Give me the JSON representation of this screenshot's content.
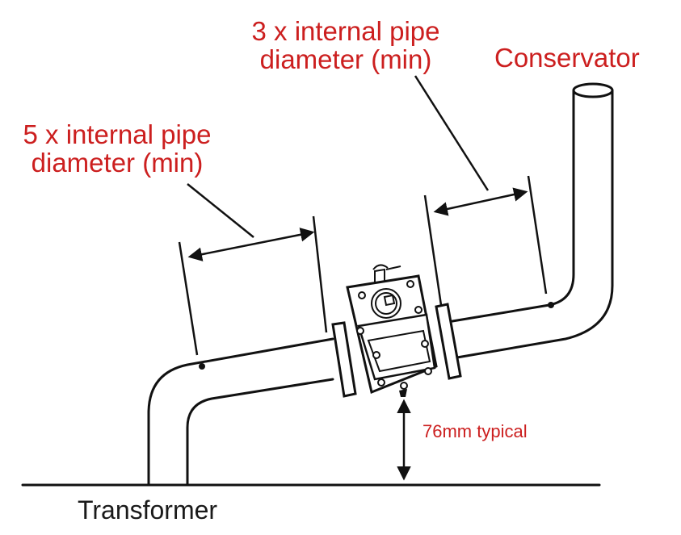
{
  "labels": {
    "three_x_line1": "3 x internal pipe",
    "three_x_line2": "diameter (min)",
    "five_x_line1": "5 x internal pipe",
    "five_x_line2": "diameter (min)",
    "conservator": "Conservator",
    "gap": "76mm typical",
    "transformer": "Transformer"
  },
  "colors": {
    "annotation": "#cc1f1f",
    "drawing": "#1a1a1a"
  }
}
